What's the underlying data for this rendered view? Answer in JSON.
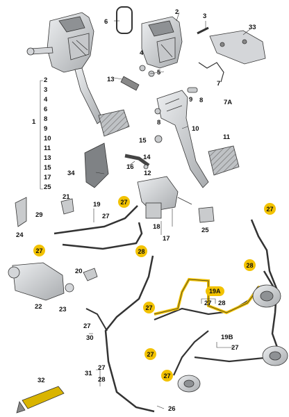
{
  "callouts": {
    "c1": "1",
    "c2": "2",
    "c3": "3",
    "c4": "4",
    "c5": "5",
    "c6": "6",
    "c7": "7",
    "c7a": "7A",
    "c8a": "8",
    "c8b": "8",
    "c9": "9",
    "c10": "10",
    "c11": "11",
    "c12": "12",
    "c13": "13",
    "c14": "14",
    "c15": "15",
    "c16": "16",
    "c17": "17",
    "c18": "18",
    "c19": "19",
    "c19_27": "27",
    "c19a": "19A",
    "c19a_27": "27",
    "c19a_28": "28",
    "c19b": "19B",
    "c19b_27": "27",
    "c20": "20",
    "c21": "21",
    "c22": "22",
    "c23": "23",
    "c24": "24",
    "c25": "25",
    "c26": "26",
    "c27a": "27",
    "c29": "29",
    "c30": "30",
    "c30_27": "27",
    "c31": "31",
    "c31_27": "27",
    "c31_28": "28",
    "c32": "32",
    "c33": "33",
    "c34": "34"
  },
  "part_list_1": [
    "2",
    "3",
    "4",
    "6",
    "8",
    "9",
    "10",
    "11",
    "13",
    "15",
    "17",
    "25"
  ],
  "highlighted": {
    "h1": "27",
    "h2": "27",
    "h3": "28",
    "h4": "27",
    "h5": "28",
    "h6": "27",
    "h7": "27",
    "h8": "27",
    "h9": "19A"
  },
  "colors": {
    "highlight": "#f2c200",
    "outline": "#333333",
    "part_fill": "#d4d6d9",
    "shadow": "#a7aaad"
  }
}
